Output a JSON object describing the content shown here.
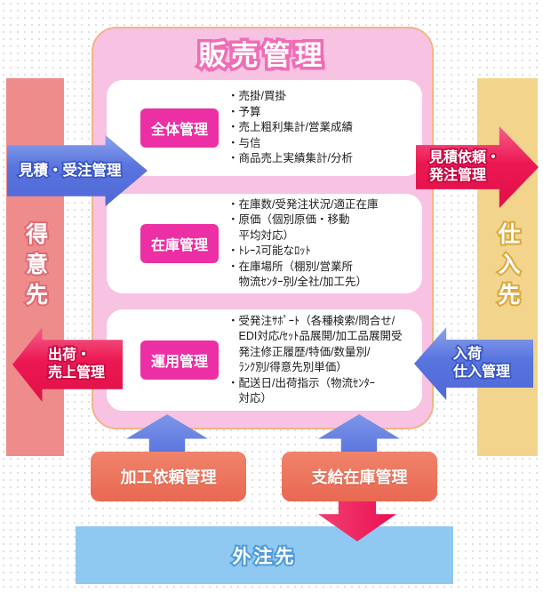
{
  "diagram": {
    "title": "販売管理",
    "sections": [
      {
        "label": "全体管理",
        "lines": [
          "・売掛/買掛",
          "・予算",
          "・売上粗利集計/営業成績",
          "・与信",
          "・商品売上実績集計/分析"
        ]
      },
      {
        "label": "在庫管理",
        "lines": [
          "・在庫数/受発注状況/適正在庫",
          "・原価（個別原価・移動",
          "　平均対応）",
          "・ﾄﾚｰｽ可能なﾛｯﾄ",
          "・在庫場所（棚別/営業所",
          "　物流ｾﾝﾀｰ別/全社/加工先）"
        ]
      },
      {
        "label": "運用管理",
        "lines": [
          "・受発注ｻﾎﾟｰﾄ（各種検索/問合せ/",
          "　EDI対応/ｾｯﾄ品展開/加工品展開受",
          "　発注修正履歴/特価/数量別/",
          "　ﾗﾝｸ別/得意先別単価）",
          "・配送日/出荷指示（物流ｾﾝﾀｰ",
          "　対応）"
        ]
      }
    ],
    "side_bars": {
      "left": {
        "label": "得意先",
        "color": "#EE8C8C"
      },
      "right": {
        "label": "仕入先",
        "color": "#F2D48C"
      }
    },
    "arrows": {
      "estimate_order": {
        "label": "見積・受注管理",
        "direction": "right-into-box",
        "color": "#5874DE"
      },
      "rfq_po": {
        "lines": "見積依頼・\n発注管理",
        "direction": "right-out-of-box",
        "color": "#EC1853"
      },
      "ship_sales": {
        "lines": "出荷・\n売上管理",
        "direction": "left-out-of-box",
        "color": "#EC1853"
      },
      "receive_purchase": {
        "lines": "入荷\n仕入管理",
        "direction": "left-into-box",
        "color": "#5874DE"
      },
      "process_up": {
        "direction": "up",
        "color": "#5570DC"
      },
      "supply_up": {
        "direction": "up",
        "color": "#5570DC"
      },
      "subcontract_down": {
        "direction": "down",
        "color": "#E81150"
      }
    },
    "bottom_boxes": {
      "process_request": {
        "label": "加工依頼管理",
        "color": "#E96851"
      },
      "supplied_inventory": {
        "label": "支給在庫管理",
        "color": "#E96851"
      },
      "subcontractor": {
        "label": "外注先",
        "color": "#8FC9F1"
      }
    },
    "colors": {
      "main_box_fill": "#F8C2E2",
      "main_box_border": "#F2B488",
      "section_label_fill": "#EC2FA4",
      "title_outline": "#F06CB6"
    }
  }
}
